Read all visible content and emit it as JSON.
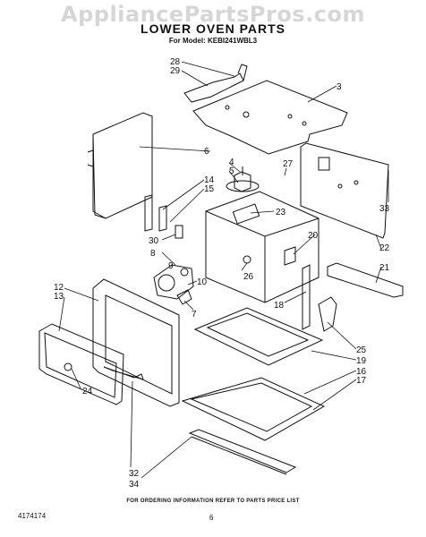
{
  "watermark": "AppliancePartsPros.com",
  "title": "LOWER OVEN PARTS",
  "model_line": "For Model: KEBI241WBL3",
  "footer_note": "FOR ORDERING INFORMATION REFER TO PARTS PRICE LIST",
  "doc_number": "4174174",
  "page_number": "6",
  "callouts": [
    "28",
    "29",
    "3",
    "6",
    "4",
    "5",
    "27",
    "14",
    "15",
    "23",
    "30",
    "8",
    "20",
    "22",
    "21",
    "33",
    "26",
    "12",
    "13",
    "10",
    "7",
    "18",
    "25",
    "19",
    "16",
    "17",
    "24",
    "32",
    "34",
    "9"
  ]
}
